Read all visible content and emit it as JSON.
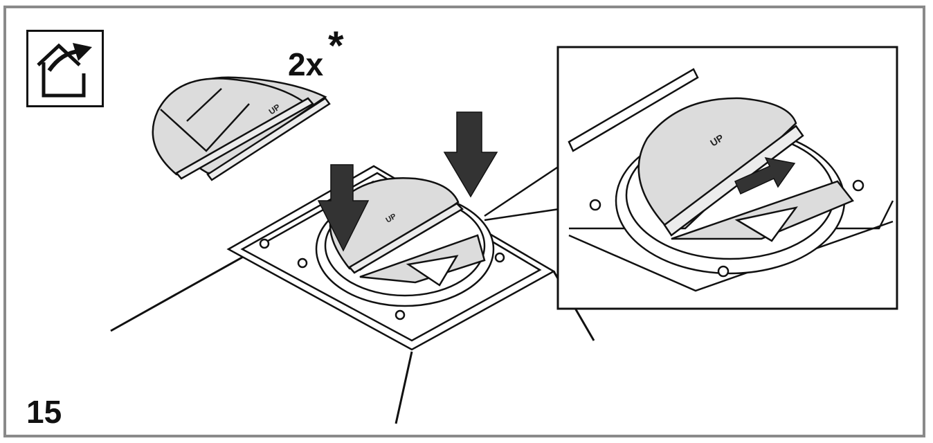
{
  "figure": {
    "quantity_label": "2x",
    "quantity_marker": "*",
    "step_number": "15",
    "flap_label": "UP",
    "icons": {
      "mode": "house-exhaust-icon",
      "arrow_down": "arrow-down-icon",
      "arrow_right": "arrow-right-icon"
    },
    "colors": {
      "line": "#111111",
      "flap_fill": "#dcdcdc",
      "arrow_fill": "#333333",
      "frame": "#8a8a8a"
    }
  }
}
